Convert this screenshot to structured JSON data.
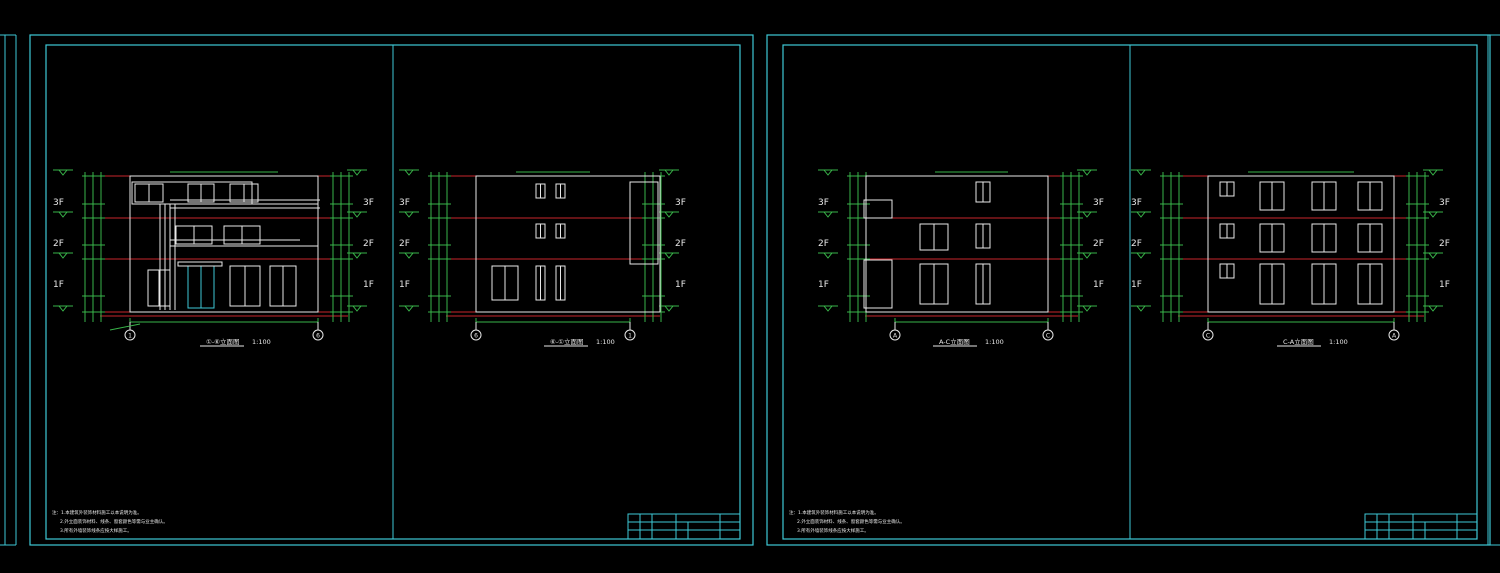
{
  "drawing": {
    "sheets": [
      {
        "elevations": [
          {
            "title": "①-⑥立面图",
            "scale": "1:100",
            "grid_left": "1",
            "grid_right": "6",
            "variant": "front"
          },
          {
            "title": "⑥-①立面图",
            "scale": "1:100",
            "grid_left": "6",
            "grid_right": "1",
            "variant": "back"
          }
        ],
        "notes": [
          "注：1.本建筑外装饰材料施工以本说明为准。",
          "2.外立面装饰材料、线条、窗套颜色等需与业主确认。",
          "3.所有外墙装饰线条应按大样施工。"
        ]
      },
      {
        "elevations": [
          {
            "title": "A-C立面图",
            "scale": "1:100",
            "grid_left": "A",
            "grid_right": "C",
            "variant": "side1"
          },
          {
            "title": "C-A立面图",
            "scale": "1:100",
            "grid_left": "C",
            "grid_right": "A",
            "variant": "side2"
          }
        ],
        "notes": [
          "注：1.本建筑外装饰材料施工以本说明为准。",
          "2.外立面装饰材料、线条、窗套颜色等需与业主确认。",
          "3.所有外墙装饰线条应按大样施工。"
        ]
      }
    ],
    "floor_labels": [
      "3F",
      "2F",
      "1F"
    ],
    "accent_colors": {
      "frame": "#3ec9d6",
      "level": "#c8262b",
      "dimension": "#39b54a",
      "outline": "#e8e8e8"
    }
  }
}
